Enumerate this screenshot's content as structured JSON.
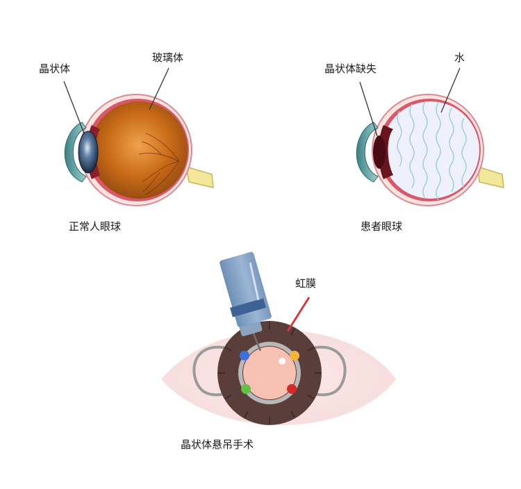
{
  "panels": {
    "normal_eye": {
      "caption": "正常人眼球",
      "callouts": {
        "lens": "晶状体",
        "vitreous": "玻璃体"
      }
    },
    "patient_eye": {
      "caption": "患者眼球",
      "callouts": {
        "lens_missing": "晶状体缺失",
        "water": "水"
      }
    },
    "surgery": {
      "caption": "晶状体悬吊手术",
      "callouts": {
        "iris": "虹膜"
      }
    }
  },
  "colors": {
    "vitreous": "#c86a18",
    "water": "#eef0fb",
    "iris": "#5a3e3a",
    "lens_blue": "#1e3550",
    "optic_nerve": "#f3e79a",
    "instrument": "#7c9cc0",
    "pupil": "#f6c0b2",
    "suture_blue": "#3f6fd8",
    "suture_yellow": "#f2b53c",
    "suture_green": "#67c046",
    "suture_red": "#d42a2a"
  },
  "icons": [
    "eyeball-cross-section",
    "surgical-instrument"
  ]
}
